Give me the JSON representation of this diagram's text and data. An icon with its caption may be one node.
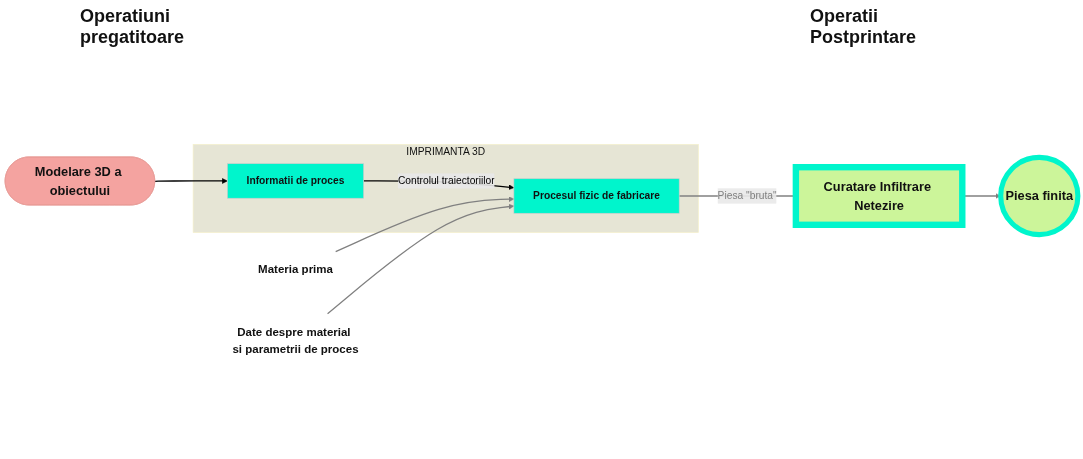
{
  "diagram": {
    "nodes": [
      {
        "text": [
          "IMPRIMANTA 3D"
        ]
      },
      {
        "text": [
          "Modelare 3D a obiectului"
        ]
      },
      {
        "text": [
          "Informatii de proces"
        ],
        "in": 0
      },
      {
        "text": [
          "Procesul fizic de fabricare"
        ],
        "in": 0
      },
      {
        "text": [
          "Materia prima"
        ]
      },
      {
        "text": [
          "Date despre material si parametrii de proces"
        ]
      },
      {
        "text": [
          "Curatare Infiltrare Netezire"
        ]
      },
      {
        "text": [
          "Piesa finita"
        ]
      }
    ],
    "edges": [
      {
        "from": 1,
        "to": 2,
        "arrow": "to",
        "color": "#000000"
      },
      {
        "from": 2,
        "to": 3,
        "arrow": "to",
        "label": "Controlul traiectoriilor",
        "color": "#000000"
      },
      {
        "from": 4,
        "to": 3,
        "arrow": "to"
      },
      {
        "from": 5,
        "to": 3,
        "arrow": "to"
      },
      {
        "from": 3,
        "to": 6,
        "arrow": "none",
        "label": "Piesa \"bruta\""
      },
      {
        "from": 6,
        "to": 7,
        "arrow": "to"
      }
    ],
    "labels": [
      "Operatiuni pregatitoare",
      "Operatii Postprintare"
    ]
  }
}
